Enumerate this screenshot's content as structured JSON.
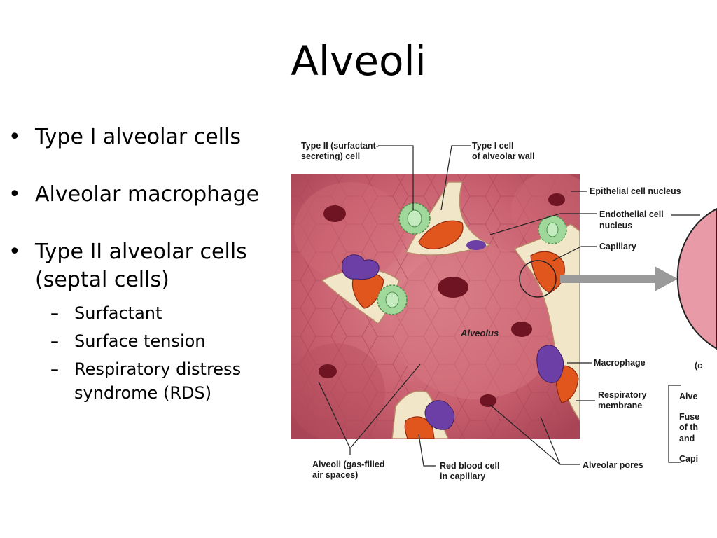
{
  "slide": {
    "title": "Alveoli",
    "bullets": [
      {
        "text": "Type I alveolar cells"
      },
      {
        "text": "Alveolar macrophage"
      },
      {
        "text": "Type II alveolar cells (septal cells)",
        "line1": "Type II alveolar cells",
        "line2": "(septal cells)"
      }
    ],
    "sub_bullets": [
      {
        "text": "Surfactant"
      },
      {
        "text": "Surface tension"
      },
      {
        "text": "Respiratory distress syndrome (RDS)",
        "line1": "Respiratory distress",
        "line2": "syndrome (RDS)"
      }
    ],
    "bullet_glyph": "•",
    "dash_glyph": "–"
  },
  "figure": {
    "labels": {
      "type2_cell_1": "Type II (surfactant-",
      "type2_cell_2": "secreting) cell",
      "type1_cell_1": "Type I cell",
      "type1_cell_2": "of alveolar wall",
      "epithelial_nucleus": "Epithelial cell nucleus",
      "endothelial_nucleus_1": "Endothelial cell",
      "endothelial_nucleus_2": "nucleus",
      "capillary": "Capillary",
      "alveolus": "Alveolus",
      "macrophage": "Macrophage",
      "resp_membrane_1": "Respiratory",
      "resp_membrane_2": "membrane",
      "alveoli_1": "Alveoli (gas-filled",
      "alveoli_2": "air spaces)",
      "rbc_1": "Red blood cell",
      "rbc_2": "in capillary",
      "alveolar_pores": "Alveolar pores",
      "cut_alve": "Alve",
      "cut_fuse": "Fuse",
      "cut_ofth": "of th",
      "cut_and": "and",
      "cut_capi": "Capi",
      "cut_paren": "(c"
    },
    "colors": {
      "tissue": "#c9606f",
      "tissue_dark": "#a84456",
      "septum": "#f2e6c8",
      "capillary": "#e0561c",
      "rbc": "#6e1422",
      "macrophage": "#6b3fa6",
      "type2": "#9fd89a"
    }
  }
}
